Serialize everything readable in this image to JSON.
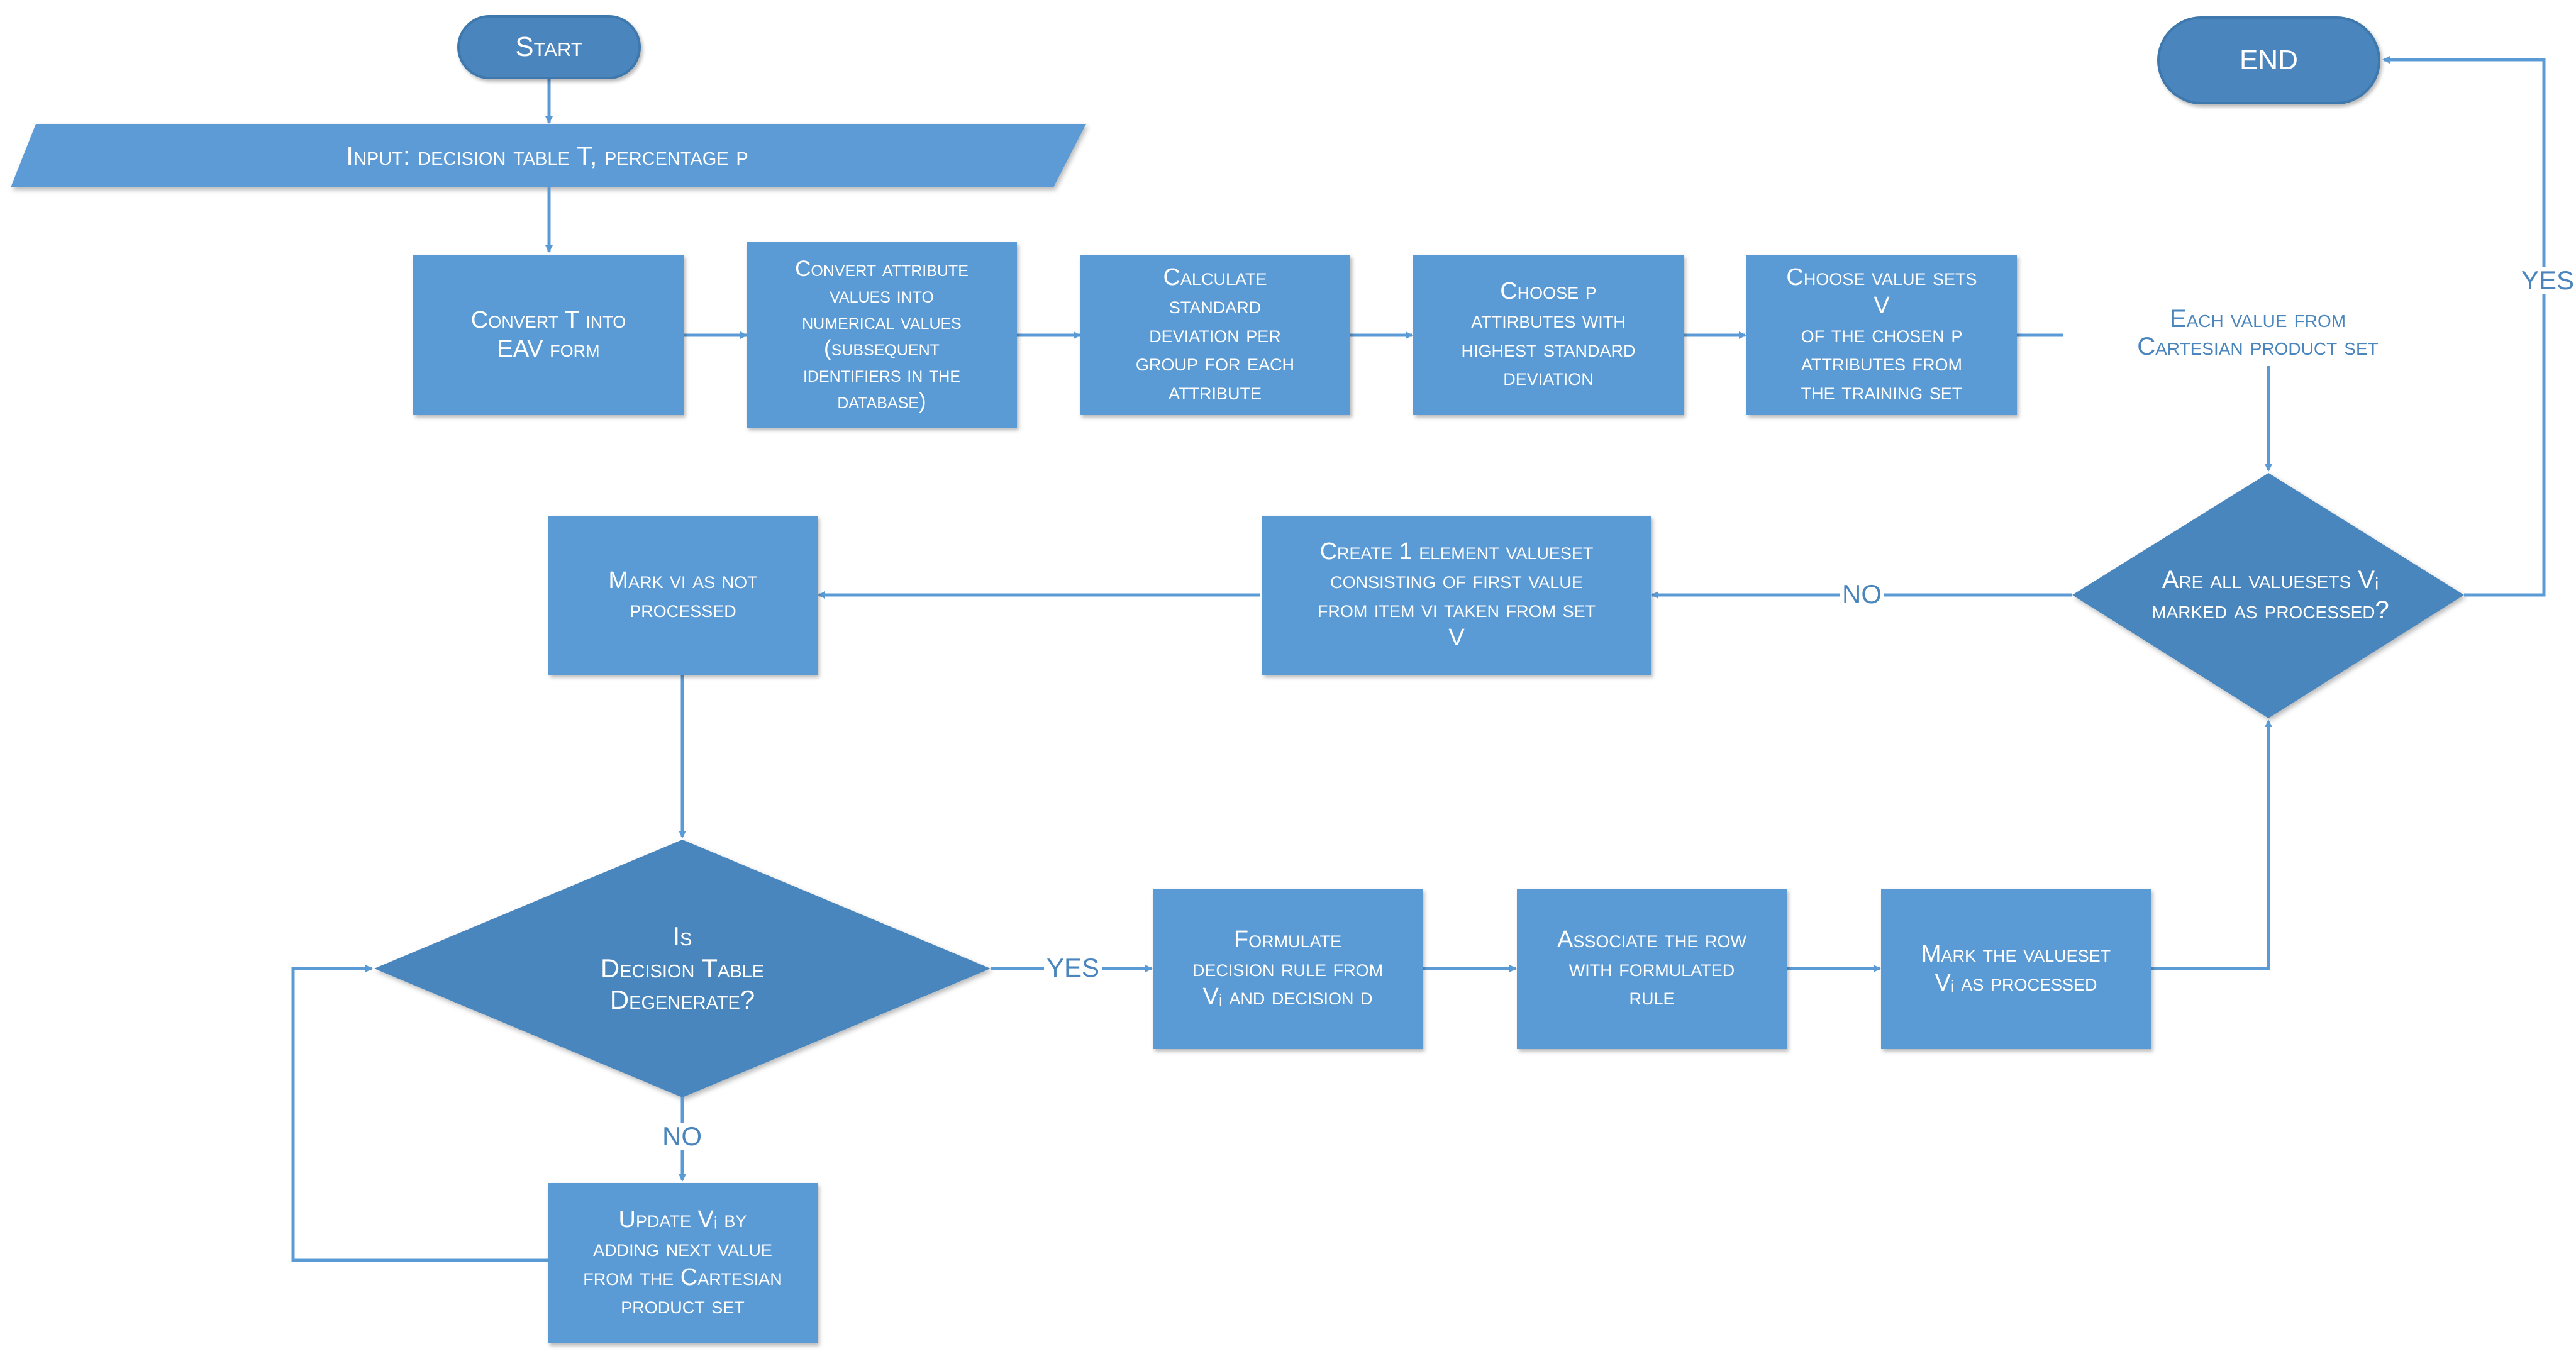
{
  "colors": {
    "node_fill": "#5B9BD5",
    "decision_fill": "#4A86BD",
    "connector": "#5B9BD5",
    "label_text": "#4A86BD"
  },
  "nodes": {
    "start": "Start",
    "input": "Input: decision table T, percentage p",
    "convert_eav": "Convert T into\nEAV form",
    "convert_numeric": "Convert attribute\nvalues into\nnumerical values\n(subsequent\nidentifiers in the\ndatabase)",
    "calc_std": "Calculate\nstandard\ndeviation per\ngroup for each\nattribute",
    "choose_p": "Choose p\nattirbutes with\nhighest standard\ndeviation",
    "choose_sets": "Choose value sets\nV\nof the chosen p\nattributes from\nthe training set",
    "all_processed": "Are all valuesets Vᵢ\nmarked as processed?",
    "end": "END",
    "create_valueset": "Create 1 element valueset\nconsisting of first value\nfrom item vi taken from set\nV",
    "mark_not_processed": "Mark vi as not\nprocessed",
    "is_degenerate": "Is\nDecision Table\nDegenerate?",
    "formulate_rule": "Formulate\ndecision rule from\nVᵢ and decision d",
    "associate_row": "Associate the row\nwith formulated\nrule",
    "mark_processed": "Mark the valueset\nVᵢ as processed",
    "update_vi": "Update Vᵢ by\nadding next value\nfrom the Cartesian\nproduct set"
  },
  "labels": {
    "each_value": "Each value from\nCartesian product set",
    "yes_end": "YES",
    "no_create": "NO",
    "yes_formulate": "YES",
    "no_update": "NO"
  }
}
